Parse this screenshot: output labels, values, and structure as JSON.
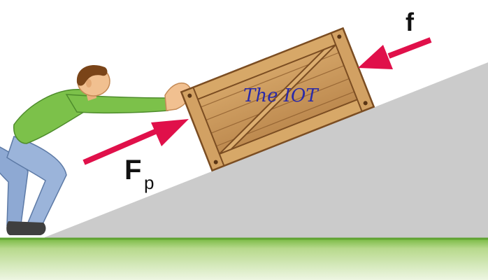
{
  "labels": {
    "friction_force": "f",
    "push_force_main": "F",
    "push_force_sub": "p",
    "watermark": "The IOT"
  },
  "colors": {
    "arrow": "#e0104a",
    "incline": "#cbcbcb",
    "ground_green": "#6fb63a",
    "crate_wood": "#c9985d",
    "crate_dark": "#7b4d22",
    "shirt": "#7cc14a",
    "pants": "#8ea9d3",
    "skin": "#f1c090",
    "hair": "#7a4418",
    "watermark": "#2a2aa8"
  },
  "icons": {
    "person": "person-pushing-icon",
    "crate": "wooden-crate-icon"
  }
}
